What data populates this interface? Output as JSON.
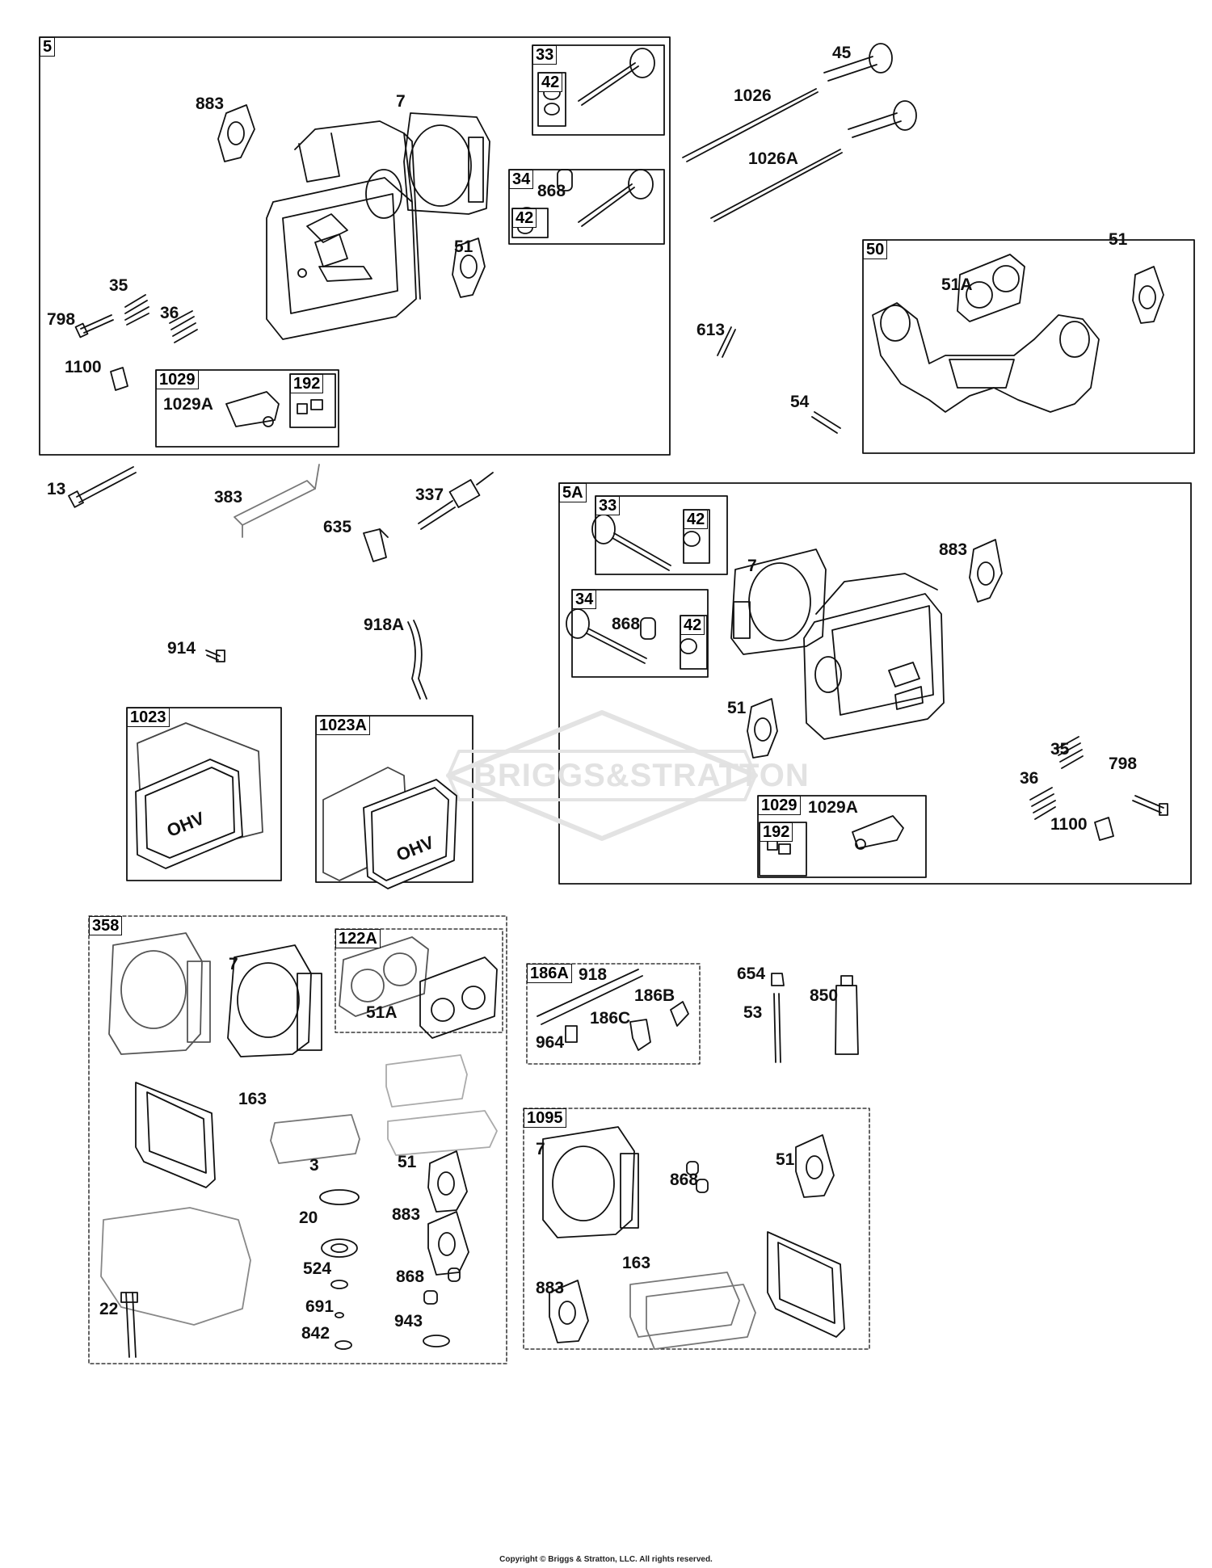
{
  "watermark": "BRIGGS&STRATTON",
  "copyright": "Copyright © Briggs & Stratton, LLC. All rights reserved.",
  "box_labels": {
    "b5": "5",
    "b33": "33",
    "b42a": "42",
    "b34": "34",
    "b42b": "42",
    "b1029": "1029",
    "b192": "192",
    "b50": "50",
    "b5a": "5A",
    "b33b": "33",
    "b42c": "42",
    "b34b": "34",
    "b42d": "42",
    "b1029b": "1029",
    "b192b": "192",
    "b1023": "1023",
    "b1023a": "1023A",
    "b358": "358",
    "b122a": "122A",
    "b186a": "186A",
    "b1095": "1095"
  },
  "part_labels": {
    "p883a": "883",
    "p7a": "7",
    "p868a": "868",
    "p51a": "51",
    "p35a": "35",
    "p36a": "36",
    "p798a": "798",
    "p1100a": "1100",
    "p1029Aa": "1029A",
    "p45": "45",
    "p1026": "1026",
    "p1026A": "1026A",
    "p51Aa": "51A",
    "p51b": "51",
    "p613": "613",
    "p54": "54",
    "p13": "13",
    "p383": "383",
    "p337": "337",
    "p635": "635",
    "p914": "914",
    "p918A": "918A",
    "p7b": "7",
    "p883b": "883",
    "p868b": "868",
    "p51c": "51",
    "p35b": "35",
    "p36b": "36",
    "p798b": "798",
    "p1100b": "1100",
    "p1029Ab": "1029A",
    "p7c": "7",
    "p51Ab": "51A",
    "p163a": "163",
    "p3": "3",
    "p20": "20",
    "p51d": "51",
    "p883c": "883",
    "p524": "524",
    "p691": "691",
    "p868c": "868",
    "p842": "842",
    "p943": "943",
    "p22": "22",
    "p918": "918",
    "p186B": "186B",
    "p186C": "186C",
    "p964": "964",
    "p654": "654",
    "p53": "53",
    "p850": "850",
    "p7d": "7",
    "p868d": "868",
    "p51e": "51",
    "p163b": "163",
    "p883d": "883"
  },
  "cover_text": "OHV"
}
